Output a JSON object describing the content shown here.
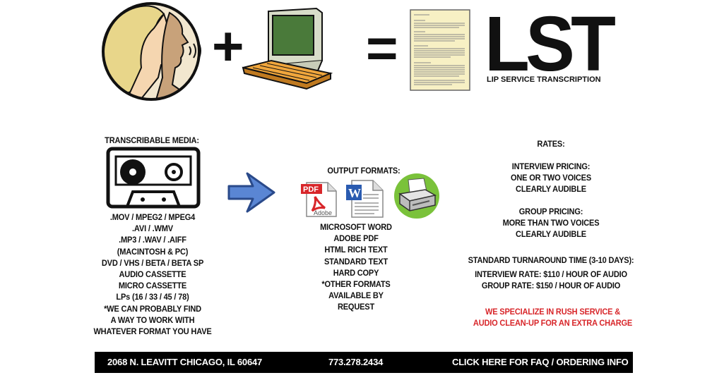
{
  "header": {
    "logo_text": "LST",
    "logo_subtitle": "LIP SERVICE TRANSCRIPTION",
    "plus_symbol": "+",
    "equals_symbol": "=",
    "icons": [
      "speaking-heads-icon",
      "computer-icon",
      "document-icon"
    ]
  },
  "media": {
    "heading": "TRANSCRIBABLE MEDIA:",
    "icon": "cassette-icon",
    "lines": [
      ".MOV / MPEG2 / MPEG4",
      ".AVI / .WMV",
      ".MP3 / .WAV / .AIFF",
      "(MACINTOSH & PC)",
      "DVD / VHS / BETA / BETA SP",
      "AUDIO CASSETTE",
      "MICRO CASSETTE",
      "LPs (16 / 33 / 45 / 78)",
      "*WE CAN PROBABLY FIND",
      "A WAY TO WORK WITH",
      "WHATEVER FORMAT YOU HAVE"
    ]
  },
  "arrow_icon": "arrow-right-icon",
  "output": {
    "heading": "OUTPUT FORMATS:",
    "icons": [
      "pdf-icon",
      "word-doc-icon",
      "printer-icon"
    ],
    "pdf_label": "PDF",
    "adobe_label": "Adobe",
    "word_label": "W",
    "lines": [
      "MICROSOFT WORD",
      "ADOBE PDF",
      "HTML RICH TEXT",
      "STANDARD TEXT",
      "HARD COPY",
      "*OTHER FORMATS",
      "AVAILABLE BY",
      "REQUEST"
    ]
  },
  "rates": {
    "heading": "RATES:",
    "interview": [
      "INTERVIEW PRICING:",
      "ONE OR TWO VOICES",
      "CLEARLY AUDIBLE"
    ],
    "group": [
      "GROUP PRICING:",
      "MORE THAN TWO VOICES",
      "CLEARLY AUDIBLE"
    ],
    "turnaround": [
      "STANDARD TURNAROUND TIME (3-10 DAYS):",
      "INTERVIEW RATE: $110 / HOUR OF AUDIO",
      "GROUP RATE: $150 / HOUR OF AUDIO"
    ],
    "special": [
      "WE SPECIALIZE IN RUSH SERVICE &",
      "AUDIO CLEAN-UP FOR AN EXTRA CHARGE"
    ],
    "special_color": "#d8262a"
  },
  "footer": {
    "address": "2068 N. LEAVITT CHICAGO, IL 60647",
    "phone": "773.278.2434",
    "link": "CLICK HERE FOR FAQ / ORDERING INFO"
  }
}
